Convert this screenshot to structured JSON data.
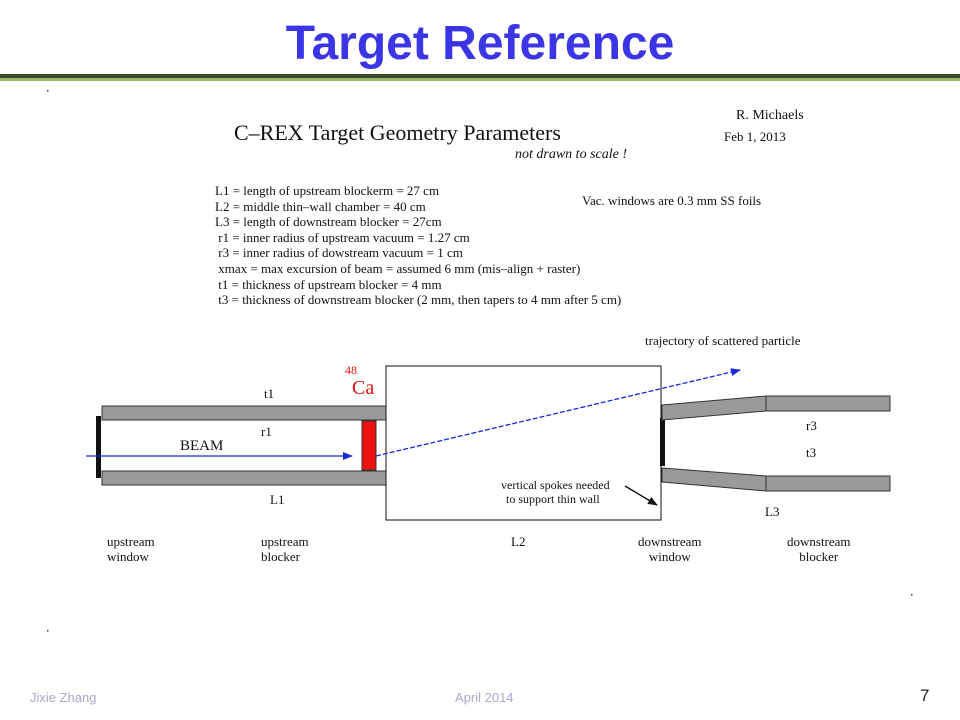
{
  "slide": {
    "title": "Target Reference",
    "footer_left": "Jixie Zhang",
    "footer_center": "April 2014",
    "page_number": "7"
  },
  "diagram": {
    "heading": "C–REX  Target  Geometry  Parameters",
    "subheading": "not drawn to scale !",
    "author": "R. Michaels",
    "date": "Feb 1, 2013",
    "vac_note": "Vac. windows are 0.3 mm SS foils",
    "parameters": [
      "L1 = length of upstream blockerm = 27 cm",
      "L2 = middle thin–wall chamber = 40 cm",
      "L3 = length of downstream blocker = 27cm",
      " r1 = inner radius of upstream vacuum = 1.27 cm",
      " r3 = inner radius of dowstream vacuum = 1 cm",
      " xmax = max excursion of beam = assumed 6 mm (mis–align + raster)",
      " t1 = thickness of upstream blocker = 4 mm",
      " t3 = thickness of downstream blocker (2 mm, then tapers to 4 mm after 5 cm)"
    ],
    "trajectory_label": "trajectory of scattered particle",
    "isotope_mass": "48",
    "isotope_symbol": "Ca",
    "t1_label": "t1",
    "r1_label": "r1",
    "beam_label": "BEAM",
    "L1_label": "L1",
    "spokes_note_line1": "vertical spokes needed",
    "spokes_note_line2": "to support thin wall",
    "r3_label": "r3",
    "t3_label": "t3",
    "L3_label": "L3",
    "bottom_labels": {
      "upstream_window": [
        "upstream",
        "window"
      ],
      "upstream_blocker": [
        "upstream",
        "blocker"
      ],
      "L2": "L2",
      "downstream_window": [
        "downstream",
        "window"
      ],
      "downstream_blocker": [
        "downstream",
        "blocker"
      ]
    },
    "colors": {
      "blocker_fill": "#9a9a9a",
      "target_fill": "#ee1111",
      "beam_line": "#1a2ad6",
      "isotope_text": "#dd1111"
    }
  }
}
